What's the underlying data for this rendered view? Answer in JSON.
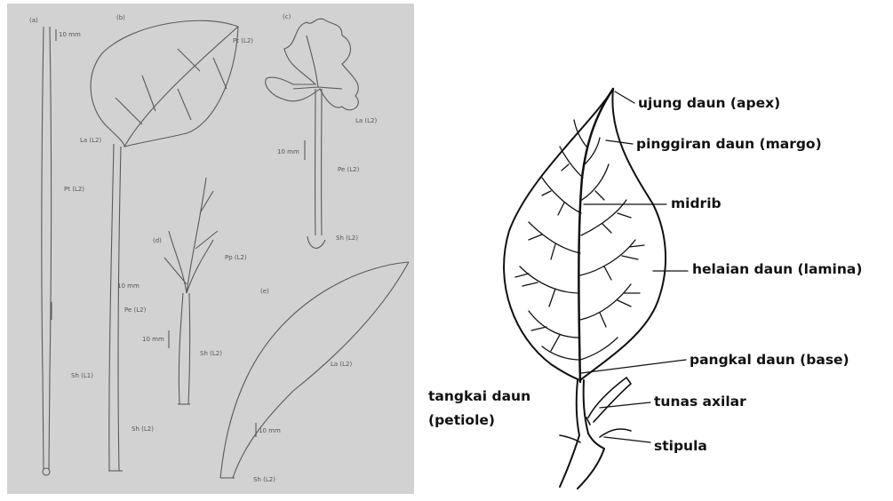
{
  "left_figure": {
    "panel_letters": {
      "a": "(a)",
      "b": "(b)",
      "c": "(c)",
      "d": "(d)",
      "e": "(e)"
    },
    "scale_bars": {
      "a": "10 mm",
      "b": "10 mm",
      "c": "10 mm",
      "d": "10 mm",
      "e": "10 mm"
    },
    "labels": {
      "a_pt": "Pt (L2)",
      "a_sh": "Sh (L1)",
      "b_pt": "Pt (L2)",
      "b_la": "La (L2)",
      "b_pe": "Pe (L2)",
      "b_sh": "Sh (L2)",
      "c_la": "La (L2)",
      "c_pe": "Pe (L2)",
      "c_sh": "Sh (L2)",
      "d_pp": "Pp (L2)",
      "d_sh": "Sh (L2)",
      "e_la": "La (L2)",
      "e_sh": "Sh (L2)"
    },
    "colors": {
      "background": "#d2d2d2",
      "line": "#5a5a5a"
    }
  },
  "right_figure": {
    "labels": {
      "apex": "ujung daun (apex)",
      "margo": "pinggiran daun (margo)",
      "midrib": "midrib",
      "lamina": "helaian daun (lamina)",
      "base": "pangkal daun (base)",
      "petiole_1": "tangkai daun",
      "petiole_2": "(petiole)",
      "axilar": "tunas axilar",
      "stipula": "stipula"
    },
    "colors": {
      "ink": "#111111"
    }
  }
}
